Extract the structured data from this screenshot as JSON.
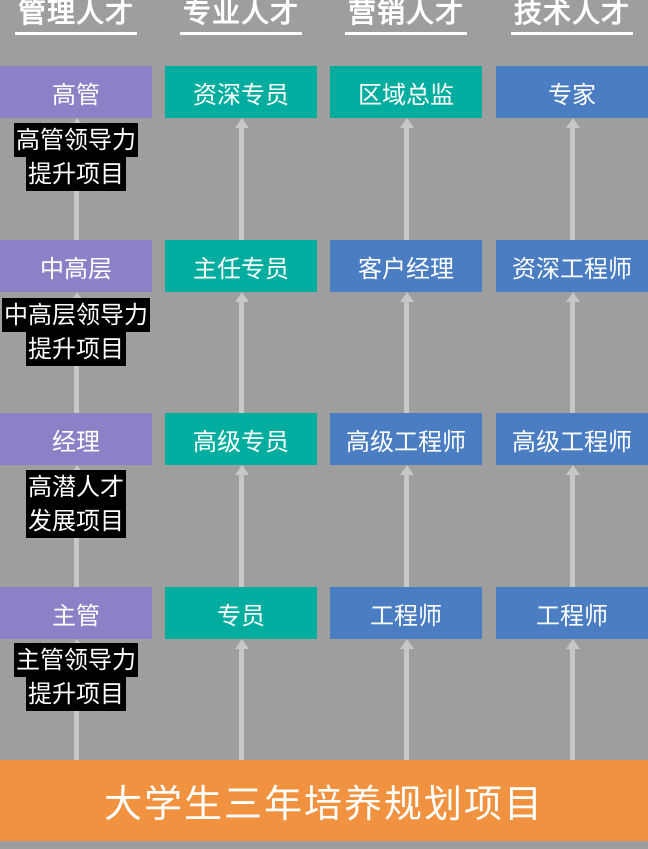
{
  "colors": {
    "background": "#9e9e9e",
    "purple": "#8c80c6",
    "teal": "#00ad9f",
    "blue": "#4a7dc2",
    "orange": "#f0923f",
    "connector": "#c7c7c7",
    "note_background": "#000000",
    "text": "#ffffff"
  },
  "columns": [
    {
      "header": "管理人才",
      "boxes": [
        "高管",
        "中高层",
        "经理",
        "主管"
      ],
      "notes": [
        [
          "高管领导力",
          "提升项目"
        ],
        [
          "中高层领导力",
          "提升项目"
        ],
        [
          "高潜人才",
          "发展项目"
        ],
        [
          "主管领导力",
          "提升项目"
        ]
      ]
    },
    {
      "header": "专业人才",
      "boxes": [
        "资深专员",
        "主任专员",
        "高级专员",
        "专员"
      ]
    },
    {
      "header": "营销人才",
      "boxes": [
        "区域总监",
        "客户经理",
        "高级工程师",
        "工程师"
      ]
    },
    {
      "header": "技术人才",
      "boxes": [
        "专家",
        "资深工程师",
        "高级工程师",
        "工程师"
      ]
    }
  ],
  "banner": {
    "text": "大学生三年培养规划项目"
  }
}
